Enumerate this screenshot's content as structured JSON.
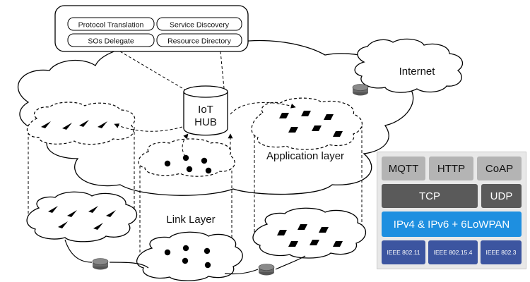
{
  "hub_functions": [
    "Protocol Translation",
    "Service Discovery",
    "SOs Delegate",
    "Resource Directory"
  ],
  "hub": {
    "line1": "IoT",
    "line2": "HUB"
  },
  "labels": {
    "internet": "Internet",
    "application_layer": "Application layer",
    "link_layer": "Link Layer"
  },
  "protocol_stack": {
    "application": [
      "MQTT",
      "HTTP",
      "CoAP"
    ],
    "transport": [
      "TCP",
      "UDP"
    ],
    "network": "IPv4 & IPv6 + 6LoWPAN",
    "physical": [
      "IEEE 802.11",
      "IEEE 802.15.4",
      "IEEE 802.3"
    ]
  },
  "colors": {
    "application": "#b4b4b4",
    "transport": "#5a5a5a",
    "network": "#1e8fe0",
    "physical": "#3c55a0"
  }
}
